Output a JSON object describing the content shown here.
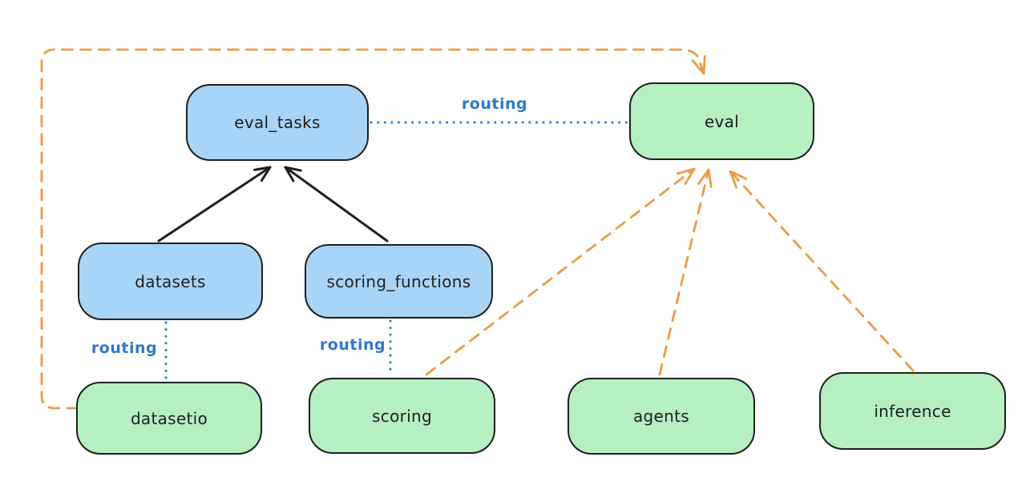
{
  "diagram": {
    "type": "architecture-diagram",
    "colors": {
      "background": "#ffffff",
      "stroke": "#1e1e1e",
      "blue_fill": "#a8d4f7",
      "green_fill": "#b6efc1",
      "orange": "#ec9b44",
      "blue": "#2e78c6"
    },
    "nodes": [
      {
        "id": "eval_tasks",
        "label": "eval_tasks",
        "color": "blue"
      },
      {
        "id": "eval",
        "label": "eval",
        "color": "green"
      },
      {
        "id": "datasets",
        "label": "datasets",
        "color": "blue"
      },
      {
        "id": "scoring_functions",
        "label": "scoring_functions",
        "color": "blue"
      },
      {
        "id": "datasetio",
        "label": "datasetio",
        "color": "green"
      },
      {
        "id": "scoring",
        "label": "scoring",
        "color": "green"
      },
      {
        "id": "agents",
        "label": "agents",
        "color": "green"
      },
      {
        "id": "inference",
        "label": "inference",
        "color": "green"
      }
    ],
    "edges": [
      {
        "from": "datasets",
        "to": "eval_tasks",
        "style": "solid-arrow",
        "color": "black"
      },
      {
        "from": "scoring_functions",
        "to": "eval_tasks",
        "style": "solid-arrow",
        "color": "black"
      },
      {
        "from": "eval_tasks",
        "to": "eval",
        "style": "dotted",
        "color": "blue",
        "label": "routing"
      },
      {
        "from": "datasets",
        "to": "datasetio",
        "style": "dotted",
        "color": "blue",
        "label": "routing"
      },
      {
        "from": "scoring_functions",
        "to": "scoring",
        "style": "dotted",
        "color": "blue",
        "label": "routing"
      },
      {
        "from": "datasetio",
        "to": "eval",
        "style": "dashed-arrow",
        "color": "orange"
      },
      {
        "from": "scoring",
        "to": "eval",
        "style": "dashed-arrow",
        "color": "orange"
      },
      {
        "from": "agents",
        "to": "eval",
        "style": "dashed-arrow",
        "color": "orange"
      },
      {
        "from": "inference",
        "to": "eval",
        "style": "dashed-arrow",
        "color": "orange"
      }
    ]
  }
}
